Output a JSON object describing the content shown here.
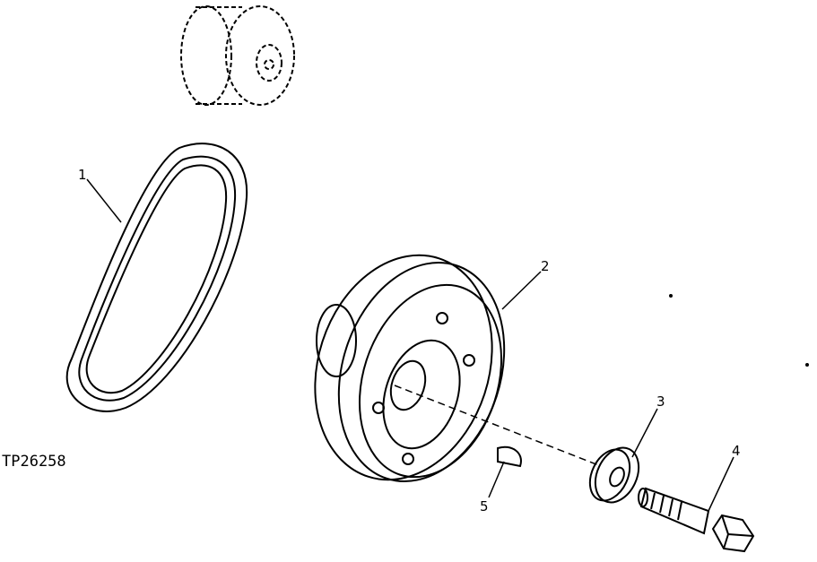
{
  "figure_ref": "TP26258",
  "callouts": [
    {
      "number": "1",
      "part": "belt"
    },
    {
      "number": "2",
      "part": "pulley"
    },
    {
      "number": "3",
      "part": "washer"
    },
    {
      "number": "4",
      "part": "bolt"
    },
    {
      "number": "5",
      "part": "key"
    }
  ]
}
